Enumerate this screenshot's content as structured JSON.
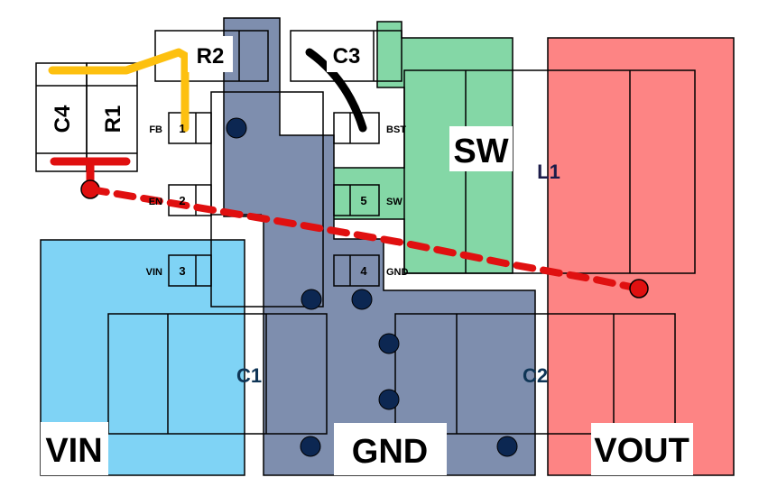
{
  "components": {
    "r2": "R2",
    "c3": "C3",
    "c4": "C4",
    "r1": "R1",
    "l1": "L1",
    "c1": "C1",
    "c2": "C2"
  },
  "pins": [
    {
      "number": "1",
      "name": "FB"
    },
    {
      "number": "2",
      "name": "EN"
    },
    {
      "number": "3",
      "name": "VIN"
    },
    {
      "number": "4",
      "name": "GND"
    },
    {
      "number": "5",
      "name": "SW"
    },
    {
      "name": "BST"
    }
  ],
  "nets": {
    "sw": "SW",
    "vin": "VIN",
    "gnd": "GND",
    "vout": "VOUT"
  },
  "colors": {
    "vin_plane": "#7fd3f5",
    "gnd_plane": "#7e8eae",
    "sw_plane": "#84d7a6",
    "vout_plane": "#fd8484",
    "fb_trace": "#fdc00f",
    "bst_trace": "#000000",
    "en_trace": "#e01010",
    "via": "#0c2752"
  }
}
